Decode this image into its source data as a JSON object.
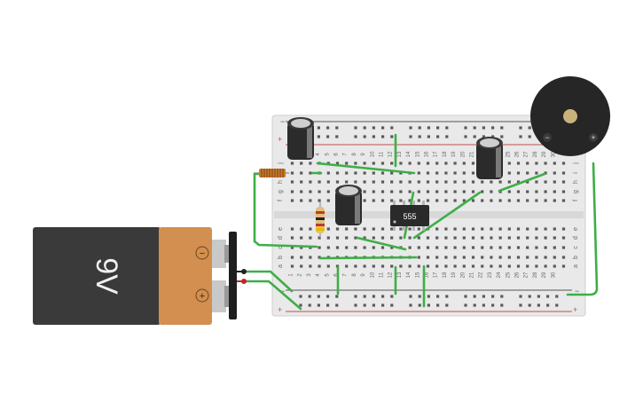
{
  "battery": {
    "label": "9V",
    "minus_symbol": "−",
    "plus_symbol": "+"
  },
  "chip": {
    "label": "555"
  },
  "breadboard": {
    "rail_minus": "−",
    "rail_plus": "+",
    "column_numbers": [
      "1",
      "2",
      "3",
      "4",
      "5",
      "6",
      "7",
      "8",
      "9",
      "10",
      "11",
      "12",
      "13",
      "14",
      "15",
      "16",
      "17",
      "18",
      "19",
      "20",
      "21",
      "22",
      "23",
      "24",
      "25",
      "26",
      "27",
      "28",
      "29",
      "30"
    ],
    "top_row_letters": [
      "j",
      "i",
      "h",
      "g",
      "f"
    ],
    "bottom_row_letters": [
      "e",
      "d",
      "c",
      "b",
      "a"
    ]
  },
  "buzzer": {
    "minus_symbol": "−",
    "plus_symbol": "+"
  },
  "colors": {
    "wire": "#3fae48",
    "board": "#e9e9e9",
    "battery_body": "#3a3a3a",
    "battery_cap": "#d38f4f",
    "rail_red": "#c0504d",
    "rail_dark": "#555555"
  }
}
